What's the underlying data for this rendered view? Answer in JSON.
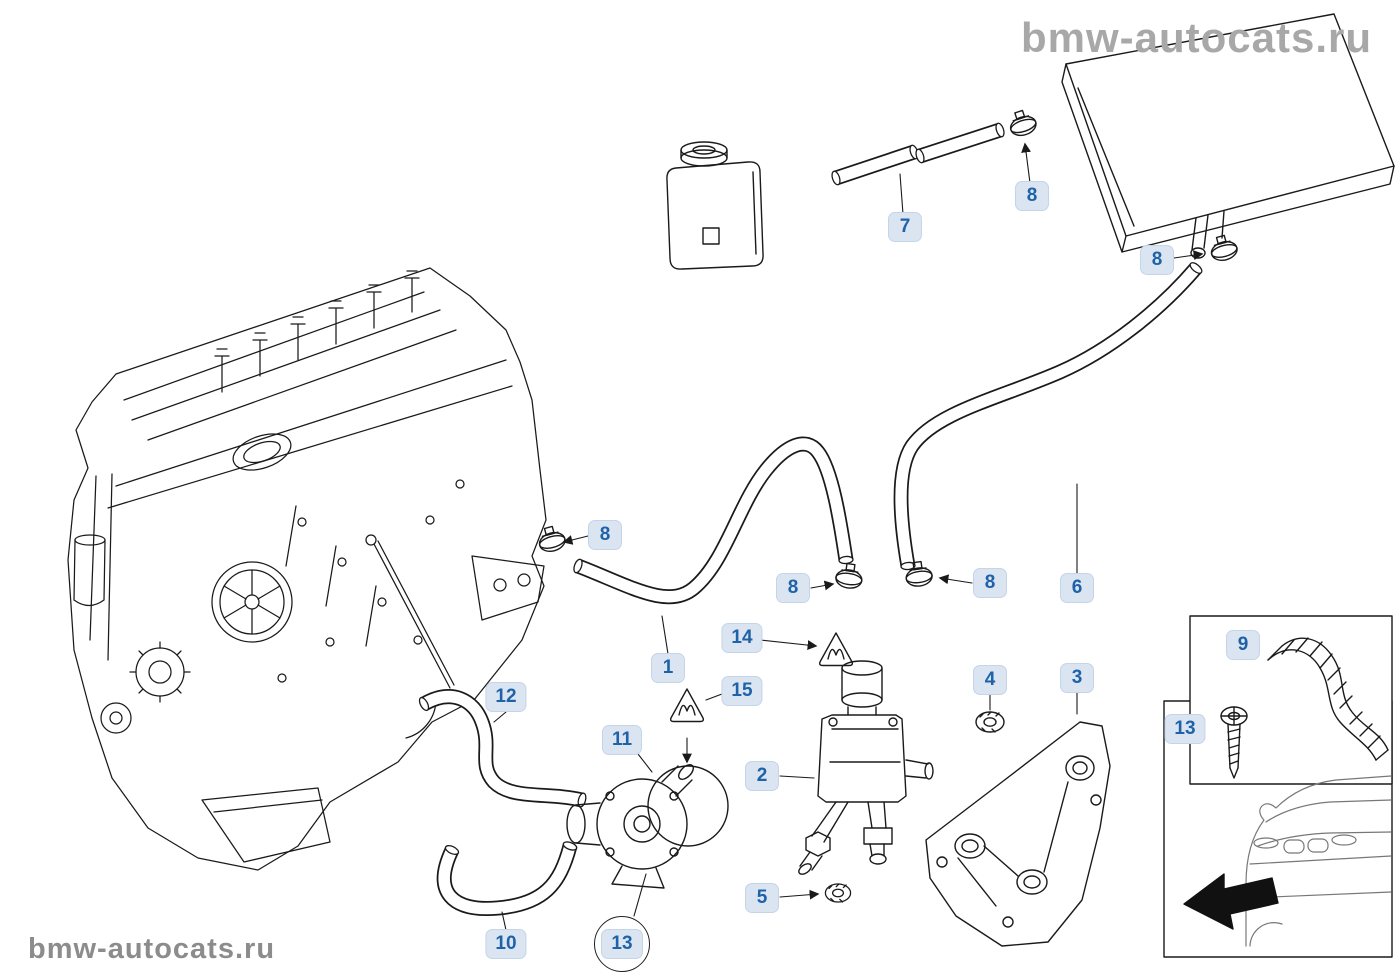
{
  "watermarks": {
    "top_right": "bmw-autocats.ru",
    "bottom_left": "bmw-autocats.ru"
  },
  "colors": {
    "label_background": "#dbe5f2",
    "label_text": "#1e62a8",
    "watermark_top": "#a8a8a8",
    "watermark_bottom": "#8c8c8c",
    "line_art": "#1a1a1a"
  },
  "labels": [
    {
      "part": "7"
    },
    {
      "part": "8"
    },
    {
      "part": "8"
    },
    {
      "part": "8"
    },
    {
      "part": "8"
    },
    {
      "part": "8"
    },
    {
      "part": "6"
    },
    {
      "part": "1"
    },
    {
      "part": "14"
    },
    {
      "part": "15"
    },
    {
      "part": "11"
    },
    {
      "part": "2"
    },
    {
      "part": "4"
    },
    {
      "part": "3"
    },
    {
      "part": "12"
    },
    {
      "part": "5"
    },
    {
      "part": "10"
    },
    {
      "part": "13",
      "circled": true
    },
    {
      "part": "9"
    },
    {
      "part": "13"
    }
  ]
}
